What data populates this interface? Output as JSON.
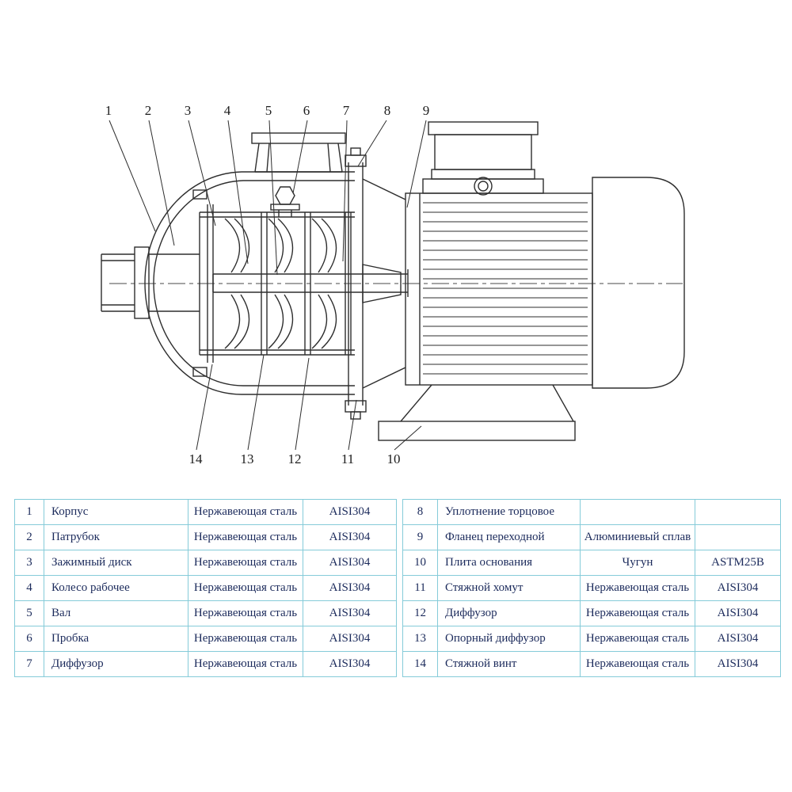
{
  "diagram": {
    "callouts_top": [
      "1",
      "2",
      "3",
      "4",
      "5",
      "6",
      "7",
      "8",
      "9"
    ],
    "callouts_bottom": [
      "14",
      "13",
      "12",
      "11",
      "10"
    ]
  },
  "tables": {
    "left": {
      "rows": [
        {
          "num": "1",
          "name": "Корпус",
          "material": "Нержавеющая сталь",
          "grade": "AISI304"
        },
        {
          "num": "2",
          "name": "Патрубок",
          "material": "Нержавеющая сталь",
          "grade": "AISI304"
        },
        {
          "num": "3",
          "name": "Зажимный диск",
          "material": "Нержавеющая сталь",
          "grade": "AISI304"
        },
        {
          "num": "4",
          "name": "Колесо рабочее",
          "material": "Нержавеющая сталь",
          "grade": "AISI304"
        },
        {
          "num": "5",
          "name": "Вал",
          "material": "Нержавеющая сталь",
          "grade": "AISI304"
        },
        {
          "num": "6",
          "name": "Пробка",
          "material": "Нержавеющая сталь",
          "grade": "AISI304"
        },
        {
          "num": "7",
          "name": "Диффузор",
          "material": "Нержавеющая сталь",
          "grade": "AISI304"
        }
      ]
    },
    "right": {
      "rows": [
        {
          "num": "8",
          "name": "Уплотнение торцовое",
          "material": "",
          "grade": ""
        },
        {
          "num": "9",
          "name": "Фланец переходной",
          "material": "Алюминиевый сплав",
          "grade": ""
        },
        {
          "num": "10",
          "name": "Плита основания",
          "material": "Чугун",
          "grade": "ASTM25B"
        },
        {
          "num": "11",
          "name": "Стяжной хомут",
          "material": "Нержавеющая сталь",
          "grade": "AISI304"
        },
        {
          "num": "12",
          "name": "Диффузор",
          "material": "Нержавеющая сталь",
          "grade": "AISI304"
        },
        {
          "num": "13",
          "name": "Опорный диффузор",
          "material": "Нержавеющая сталь",
          "grade": "AISI304"
        },
        {
          "num": "14",
          "name": "Стяжной винт",
          "material": "Нержавеющая сталь",
          "grade": "AISI304"
        }
      ]
    }
  },
  "colors": {
    "table_border": "#85cbd9",
    "table_text": "#1b2a5b",
    "drawing_stroke": "#2e2e2e"
  }
}
